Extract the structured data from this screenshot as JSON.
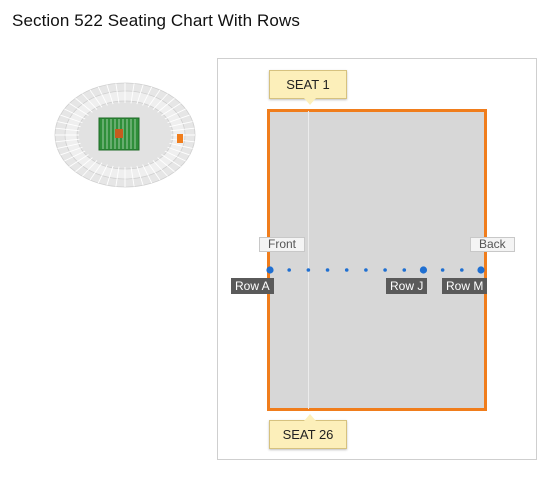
{
  "title": "Section 522 Seating Chart With Rows",
  "colors": {
    "section_border": "#f07d1c",
    "section_fill": "#d7d7d7",
    "callout_fill": "#fcefba",
    "row_dot": "#1f6fd1",
    "row_label_bg": "#5a5a5a",
    "field": "#2f8f3a"
  },
  "stadium_map": {
    "highlighted_section_color": "#f07d1c"
  },
  "section_diagram": {
    "seat_top": "SEAT 1",
    "seat_bottom": "SEAT 26",
    "front_label": "Front",
    "back_label": "Back",
    "rows": [
      {
        "label": "Row A",
        "index": 0
      },
      {
        "label": "Row J",
        "index": 8
      },
      {
        "label": "Row M",
        "index": 11
      }
    ],
    "row_count": 12
  }
}
